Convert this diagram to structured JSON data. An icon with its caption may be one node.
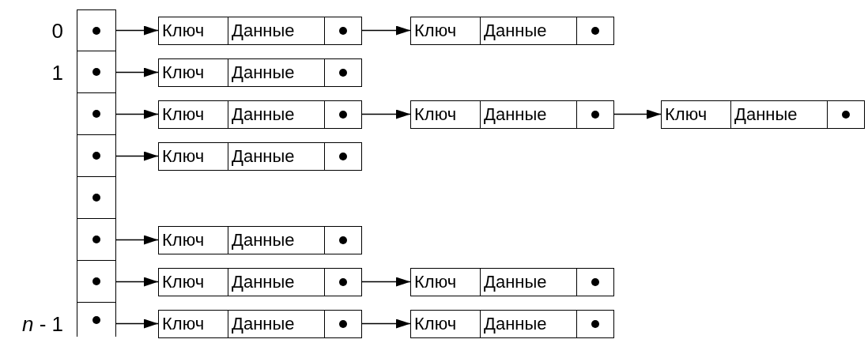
{
  "diagram": {
    "nodes": [
      {
        "text": [],
        "shape": "box"
      },
      {
        "text": [
          "Ключ",
          "Данные"
        ]
      },
      {
        "text": [
          "Ключ",
          "Данные"
        ]
      },
      {
        "text": [],
        "shape": "box"
      },
      {
        "text": [
          "Ключ",
          "Данные"
        ]
      },
      {
        "text": [],
        "shape": "box"
      },
      {
        "text": [
          "Ключ",
          "Данные"
        ]
      },
      {
        "text": [
          "Ключ",
          "Данные"
        ]
      },
      {
        "text": [
          "Ключ",
          "Данные"
        ]
      },
      {
        "text": [],
        "shape": "box"
      },
      {
        "text": [
          "Ключ",
          "Данные"
        ]
      },
      {
        "text": [],
        "shape": "box"
      },
      {
        "text": [],
        "shape": "box"
      },
      {
        "text": [
          "Ключ",
          "Данные"
        ]
      },
      {
        "text": [],
        "shape": "box"
      },
      {
        "text": [
          "Ключ",
          "Данные"
        ]
      },
      {
        "text": [
          "Ключ",
          "Данные"
        ]
      },
      {
        "text": [],
        "shape": "box"
      },
      {
        "text": [
          "Ключ",
          "Данные"
        ]
      },
      {
        "text": [
          "Ключ",
          "Данные"
        ]
      }
    ],
    "edges": [
      {
        "from": 0,
        "to": 1,
        "arrow": "to"
      },
      {
        "from": 1,
        "to": 2,
        "arrow": "to"
      },
      {
        "from": 3,
        "to": 4,
        "arrow": "to"
      },
      {
        "from": 5,
        "to": 6,
        "arrow": "to"
      },
      {
        "from": 6,
        "to": 7,
        "arrow": "to"
      },
      {
        "from": 7,
        "to": 8,
        "arrow": "to"
      },
      {
        "from": 9,
        "to": 10,
        "arrow": "to"
      },
      {
        "from": 12,
        "to": 13,
        "arrow": "to"
      },
      {
        "from": 14,
        "to": 15,
        "arrow": "to"
      },
      {
        "from": 15,
        "to": 16,
        "arrow": "to"
      },
      {
        "from": 17,
        "to": 18,
        "arrow": "to"
      },
      {
        "from": 18,
        "to": 19,
        "arrow": "to"
      }
    ],
    "labels": [
      "0",
      "1",
      "*n* - 1"
    ]
  }
}
